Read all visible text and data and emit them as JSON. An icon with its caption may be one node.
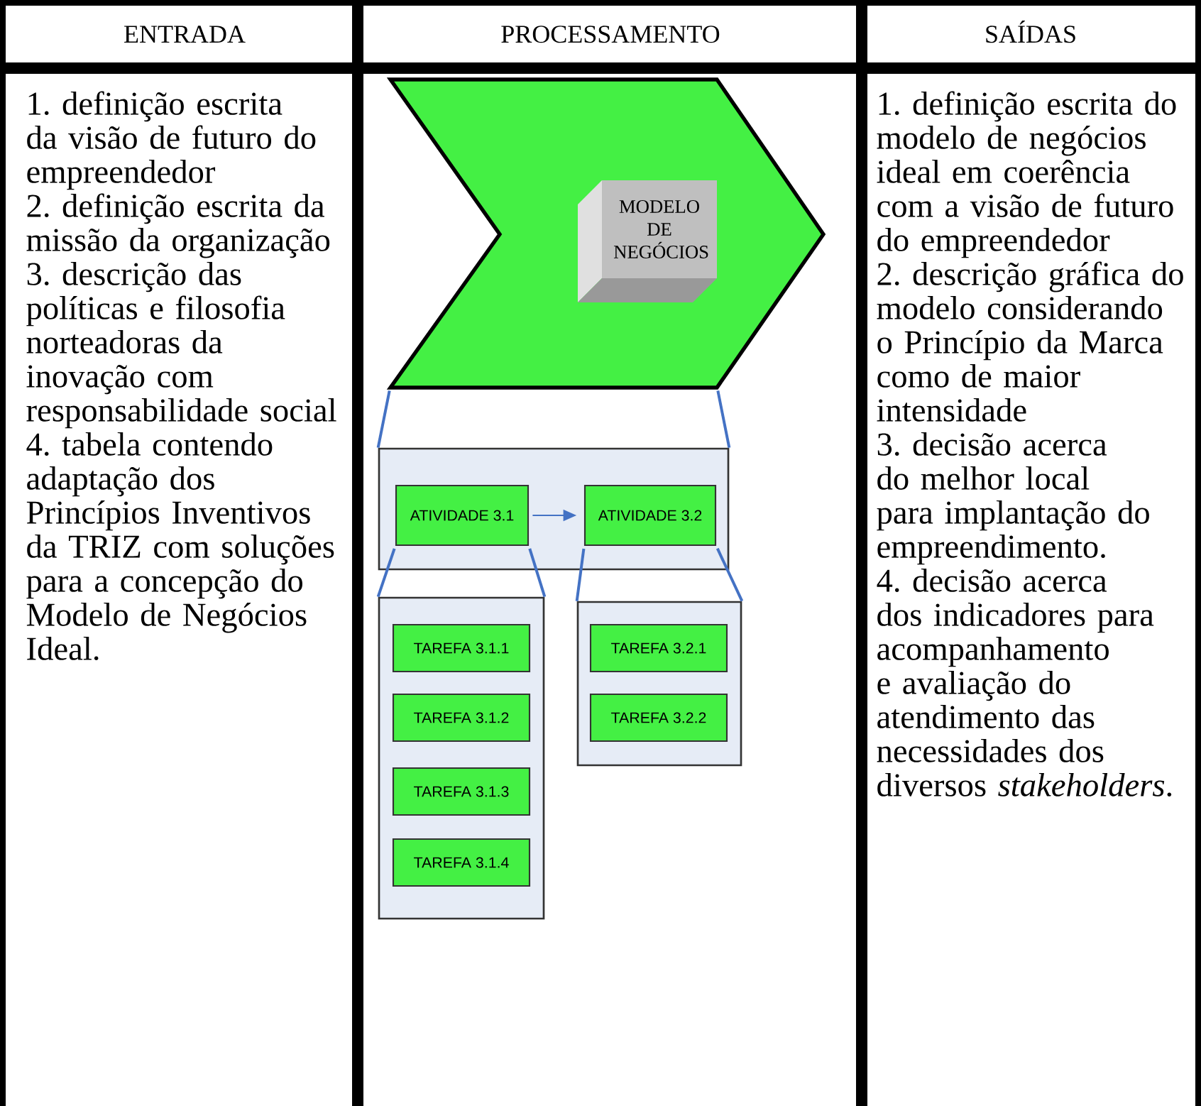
{
  "diagram": {
    "nodes": [
      {
        "text": [],
        "shape": "chevron"
      },
      {
        "text": [
          "MODELO DE NEGÓCIOS"
        ],
        "in": 0
      },
      {
        "text": [],
        "shape": "box"
      },
      {
        "text": [
          "ATIVIDADE 3.1"
        ],
        "in": 2
      },
      {
        "text": [
          "ATIVIDADE 3.2"
        ],
        "in": 2
      },
      {
        "text": [],
        "shape": "box"
      },
      {
        "text": [
          "TAREFA 3.1.1"
        ],
        "in": 5
      },
      {
        "text": [
          "TAREFA 3.1.2"
        ],
        "in": 5
      },
      {
        "text": [
          "TAREFA 3.1.3"
        ],
        "in": 5
      },
      {
        "text": [
          "TAREFA 3.1.4"
        ],
        "in": 5
      },
      {
        "text": [],
        "shape": "box"
      },
      {
        "text": [
          "TAREFA 3.2.1"
        ],
        "in": 10
      },
      {
        "text": [
          "TAREFA 3.2.2"
        ],
        "in": 10
      }
    ],
    "edges": [
      {
        "from": 0,
        "to": 2,
        "arrow": "none"
      },
      {
        "from": 0,
        "to": 2,
        "arrow": "none"
      },
      {
        "from": 3,
        "to": 4,
        "arrow": "to"
      },
      {
        "from": 3,
        "to": 5,
        "arrow": "none"
      },
      {
        "from": 3,
        "to": 5,
        "arrow": "none"
      },
      {
        "from": 4,
        "to": 10,
        "arrow": "none"
      },
      {
        "from": 4,
        "to": 10,
        "arrow": "none"
      }
    ],
    "labels": [
      "ENTRADA",
      "PROCESSAMENTO",
      "SAÍDAS",
      "1. definição escrita da visão de futuro do empreendedor",
      "2. definição escrita da missão da organização",
      "3. descrição das políticas e filosofia norteadoras da inovação com responsabilidade social",
      "4. tabela contendo adaptação dos Princípios Inventivos da TRIZ com soluções para a concepção do Modelo de Negócios Ideal.",
      "1. definição escrita do modelo de negócios ideal em coerência com a visão de futuro do empreendedor",
      "2.  descrição gráfica do modelo considerando o Princípio da Marca como de maior intensidade",
      "3. decisão acerca do melhor local para implantação do empreendimento.",
      "4. decisão acerca dos indicadores para acompanhamento e avaliação do atendimento das necessidades dos diversos *stakeholders*."
    ]
  }
}
